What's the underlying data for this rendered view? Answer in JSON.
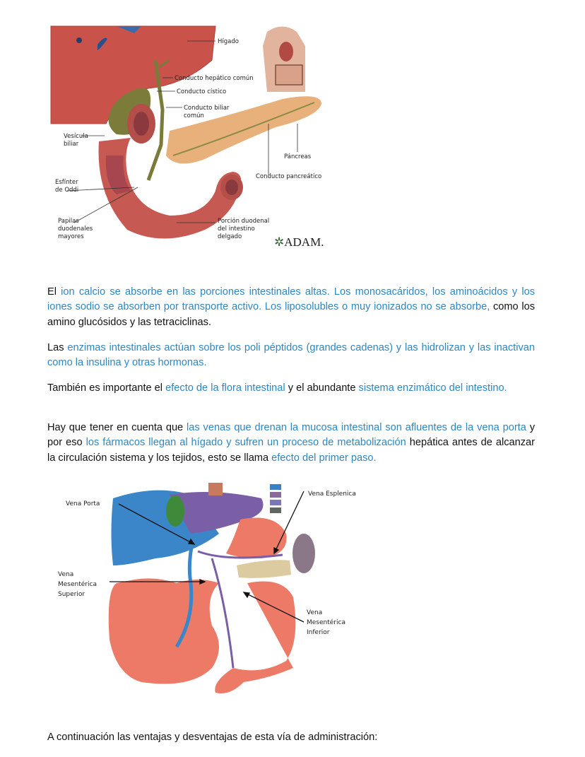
{
  "figure1": {
    "labels": {
      "higado": "Hígado",
      "conducto_hepatico": "Conducto hepático común",
      "conducto_cistico": "Conducto cístico",
      "conducto_biliar_1": "Conducto biliar",
      "conducto_biliar_2": "común",
      "vesicula_1": "Vesícula",
      "vesicula_2": "biliar",
      "pancreas": "Páncreas",
      "conducto_pancreatico": "Conducto pancreático",
      "esfinter_1": "Esfínter",
      "esfinter_2": "de Oddi",
      "papilas_1": "Papilas",
      "papilas_2": "duodenales",
      "papilas_3": "mayores",
      "porcion_1": "Porción duodenal",
      "porcion_2": "del intestino",
      "porcion_3": "delgado"
    },
    "credit": "ADAM."
  },
  "paragraphs": [
    {
      "segments": [
        {
          "text": "El ",
          "hl": false
        },
        {
          "text": "ion calcio se absorbe en las porciones intestinales altas. Los monosacáridos, los aminoácidos y los iones sodio se absorben por transporte activo. Los liposolubles  o muy ionizados no se absorbe,",
          "hl": true
        },
        {
          "text": " como los amino glucósidos y las tetraciclinas.",
          "hl": false
        }
      ]
    },
    {
      "segments": [
        {
          "text": "Las ",
          "hl": false
        },
        {
          "text": "enzimas intestinales actúan sobre los poli péptidos (grandes cadenas) y las  hidrolizan y las inactivan como la insulina y otras hormonas.",
          "hl": true
        }
      ]
    },
    {
      "segments": [
        {
          "text": "También es importante el ",
          "hl": false
        },
        {
          "text": "efecto de la flora intestinal",
          "hl": true
        },
        {
          "text": " y el abundante ",
          "hl": false
        },
        {
          "text": "sistema enzimático del intestino.",
          "hl": true
        }
      ]
    },
    {
      "segments": [
        {
          "text": "Hay que tener en cuenta que ",
          "hl": false
        },
        {
          "text": "las venas que drenan la mucosa intestinal son afluentes de la vena porta",
          "hl": true
        },
        {
          "text": " y por eso ",
          "hl": false
        },
        {
          "text": "los fármacos llegan al hígado y sufren un proceso de metabolización",
          "hl": true
        },
        {
          "text": " hepática antes de alcanzar la circulación sistema y los tejidos, esto se llama ",
          "hl": false
        },
        {
          "text": "efecto del primer paso.",
          "hl": true
        }
      ]
    }
  ],
  "figure2": {
    "labels": {
      "vena_porta": "Vena Porta",
      "vena_esplenica": "Vena Esplenica",
      "vms_1": "Vena",
      "vms_2": "Mesentérica",
      "vms_3": "Superior",
      "vmi_1": "Vena",
      "vmi_2": "Mesentérica",
      "vmi_3": "Inferior"
    },
    "legend_colors": [
      "#3a7fc0",
      "#8a6a9a",
      "#7a78b8",
      "#5e6860"
    ]
  },
  "closing": "A continuación las ventajas y desventajas de esta vía de administración:",
  "colors": {
    "highlight": "#2e86c1",
    "text": "#111111"
  }
}
